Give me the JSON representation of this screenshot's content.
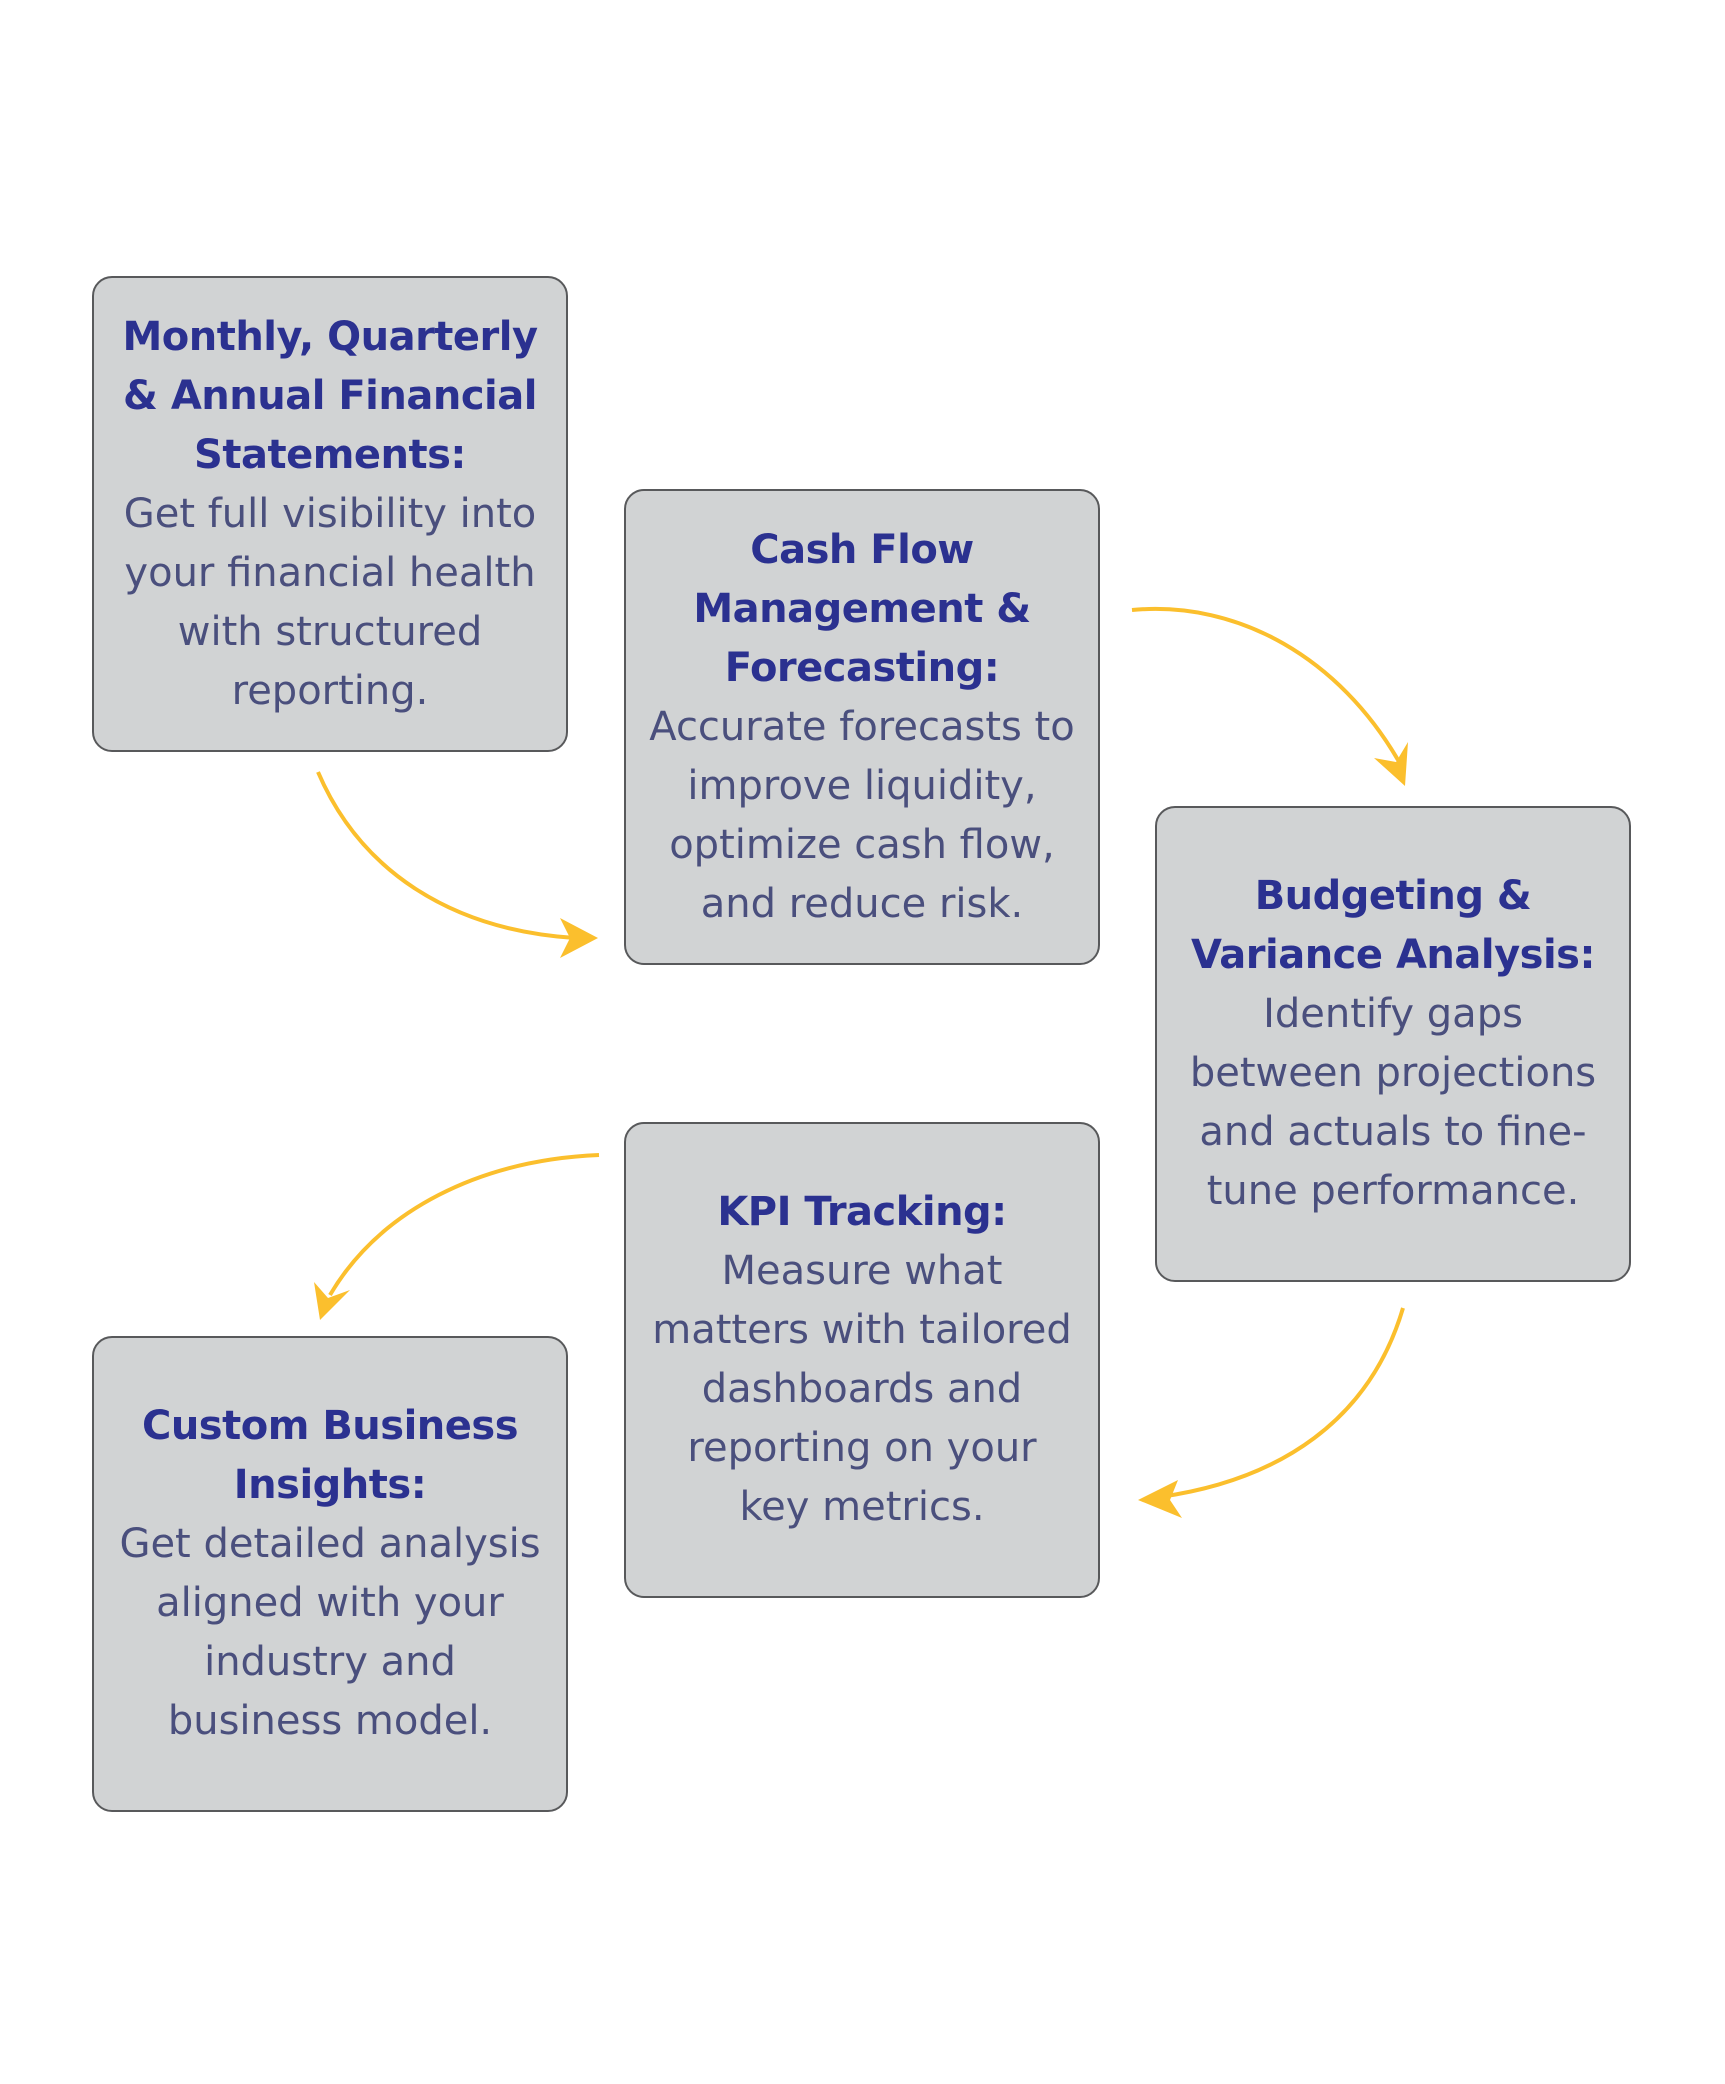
{
  "colors": {
    "card_fill": "#d1d3d4",
    "card_border": "#58595b",
    "title_text": "#2b3190",
    "body_text": "#4a4f7d",
    "arrow": "#fbbf2d"
  },
  "cards": [
    {
      "title": "Monthly, Quarterly & Annual Financial Statements:",
      "body": "Get full visibility into your financial health with structured reporting."
    },
    {
      "title": "Cash Flow Management & Forecasting:",
      "body": "Accurate forecasts to improve liquidity, optimize cash flow, and reduce risk."
    },
    {
      "title": "Budgeting & Variance Analysis:",
      "body": "Identify gaps between projections and actuals to fine-tune performance."
    },
    {
      "title": "KPI Tracking:",
      "body": "Measure what matters with tailored dashboards and reporting on your key metrics."
    },
    {
      "title": "Custom Business Insights:",
      "body": "Get detailed analysis aligned with your industry and business model."
    }
  ],
  "arrows": [
    {
      "from": "card-1",
      "to": "card-2"
    },
    {
      "from": "card-2",
      "to": "card-3"
    },
    {
      "from": "card-3",
      "to": "card-4"
    },
    {
      "from": "card-4",
      "to": "card-5"
    }
  ]
}
